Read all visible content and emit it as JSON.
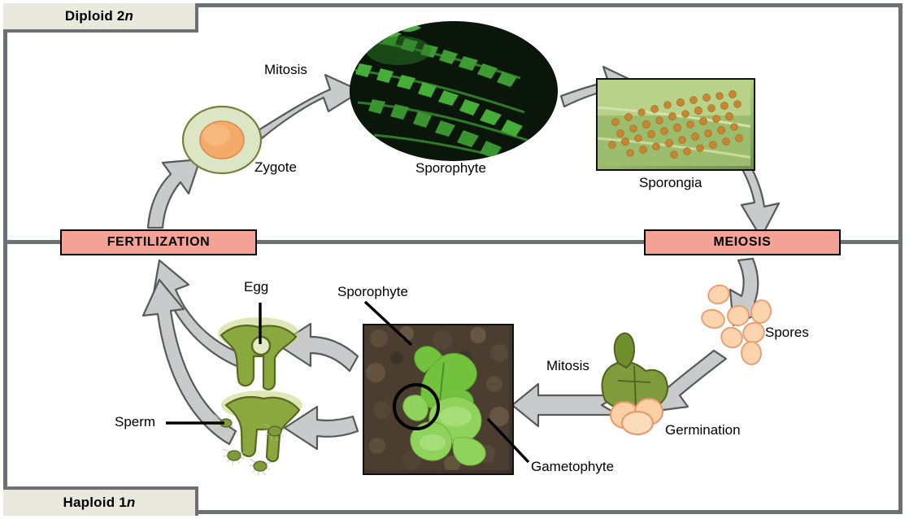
{
  "diagram": {
    "title": "Fern life cycle",
    "type": "life-cycle-diagram"
  },
  "ploidy": {
    "diploid_prefix": "Diploid 2",
    "diploid_italic": "n",
    "haploid_prefix": "Haploid 1",
    "haploid_italic": "n"
  },
  "processes": {
    "fertilization": "FERTILIZATION",
    "meiosis": "MEIOSIS"
  },
  "labels": {
    "mitosis_top": "Mitosis",
    "zygote": "Zygote",
    "sporophyte_top": "Sporophyte",
    "sporangia": "Sporongia",
    "spores": "Spores",
    "mitosis_bottom": "Mitosis",
    "germination": "Germination",
    "egg": "Egg",
    "sperm": "Sperm",
    "sporophyte_bottom": "Sporophyte",
    "gametophyte": "Gametophyte"
  },
  "colors": {
    "frame_gray": "#6e7173",
    "ploidy_box_fill": "#e9e9dd",
    "process_box_fill": "#f4a196",
    "process_box_border": "#000000",
    "arrow_fill": "#c9cacb",
    "arrow_stroke": "#58595b",
    "zygote_cytoplasm": "#d9e3bf",
    "zygote_nucleus": "#f4ab6a",
    "zygote_outline": "#76803c",
    "spore_fill": "#fbd3ab",
    "spore_outline": "#e8956a",
    "gametophyte_green": "#8aa83e",
    "gametophyte_dark_green": "#6f8f2d",
    "sporophyte_photo_dark": "#0c1a0b",
    "sporangia_leaf": "#9dc06e",
    "sporangia_sori": "#c7862f",
    "soil_brown": "#4a3d30",
    "leaf_bright_green": "#72c23d"
  },
  "chart_data": {
    "type": "diagram",
    "stages": [
      {
        "name": "Zygote",
        "ploidy": "2n",
        "next": "Sporophyte",
        "process": "Mitosis"
      },
      {
        "name": "Sporophyte",
        "ploidy": "2n",
        "next": "Sporongia",
        "process": ""
      },
      {
        "name": "Sporongia",
        "ploidy": "2n",
        "next": "Spores",
        "process": "Meiosis"
      },
      {
        "name": "Spores",
        "ploidy": "1n",
        "next": "Germination",
        "process": ""
      },
      {
        "name": "Germination",
        "ploidy": "1n",
        "next": "Gametophyte",
        "process": "Mitosis"
      },
      {
        "name": "Gametophyte",
        "ploidy": "1n",
        "next": "Egg and Sperm",
        "process": ""
      },
      {
        "name": "Egg and Sperm",
        "ploidy": "1n",
        "next": "Zygote",
        "process": "Fertilization"
      }
    ]
  }
}
